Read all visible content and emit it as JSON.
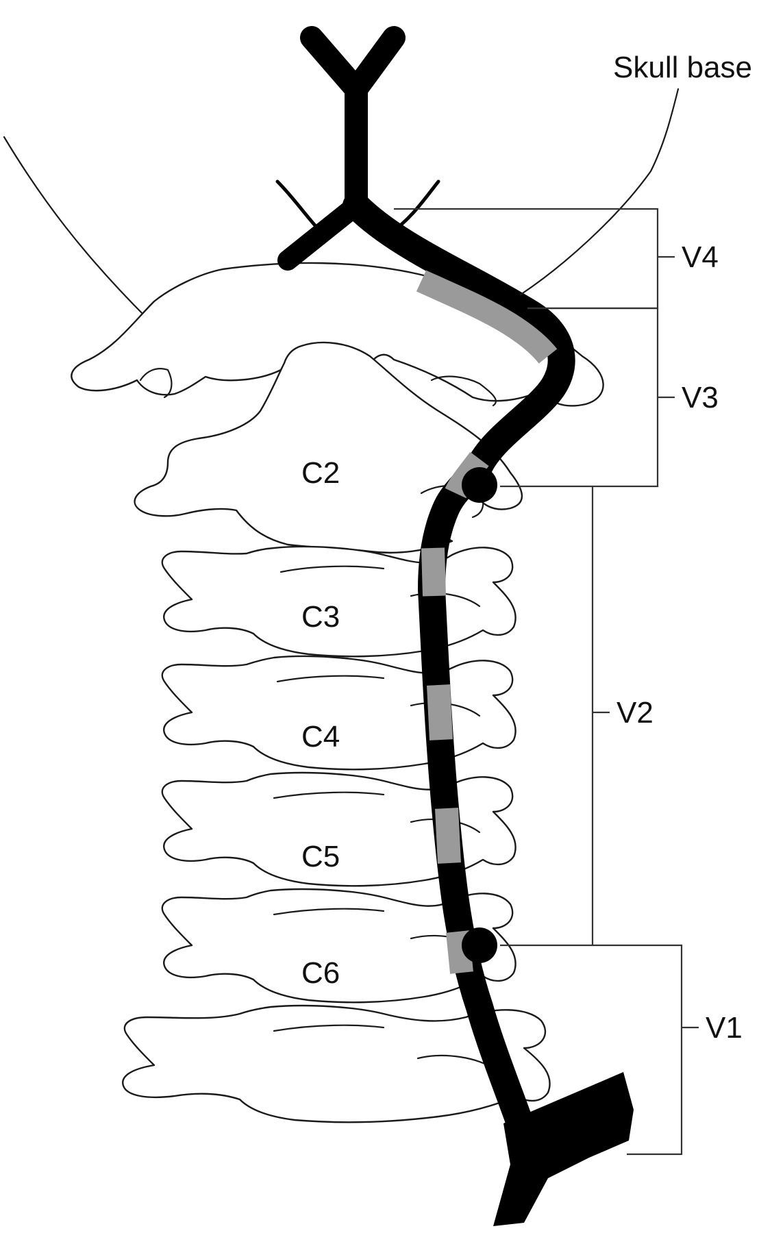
{
  "labels": {
    "skull_base": "Skull base",
    "segments": {
      "v4": "V4",
      "v3": "V3",
      "v2": "V2",
      "v1": "V1"
    },
    "vertebrae": {
      "c2": "C2",
      "c3": "C3",
      "c4": "C4",
      "c5": "C5",
      "c6": "C6"
    }
  },
  "colors": {
    "artery": "#000000",
    "foramen_segment": "#9a9a9a",
    "outline": "#1a1a1a",
    "background": "#ffffff"
  }
}
